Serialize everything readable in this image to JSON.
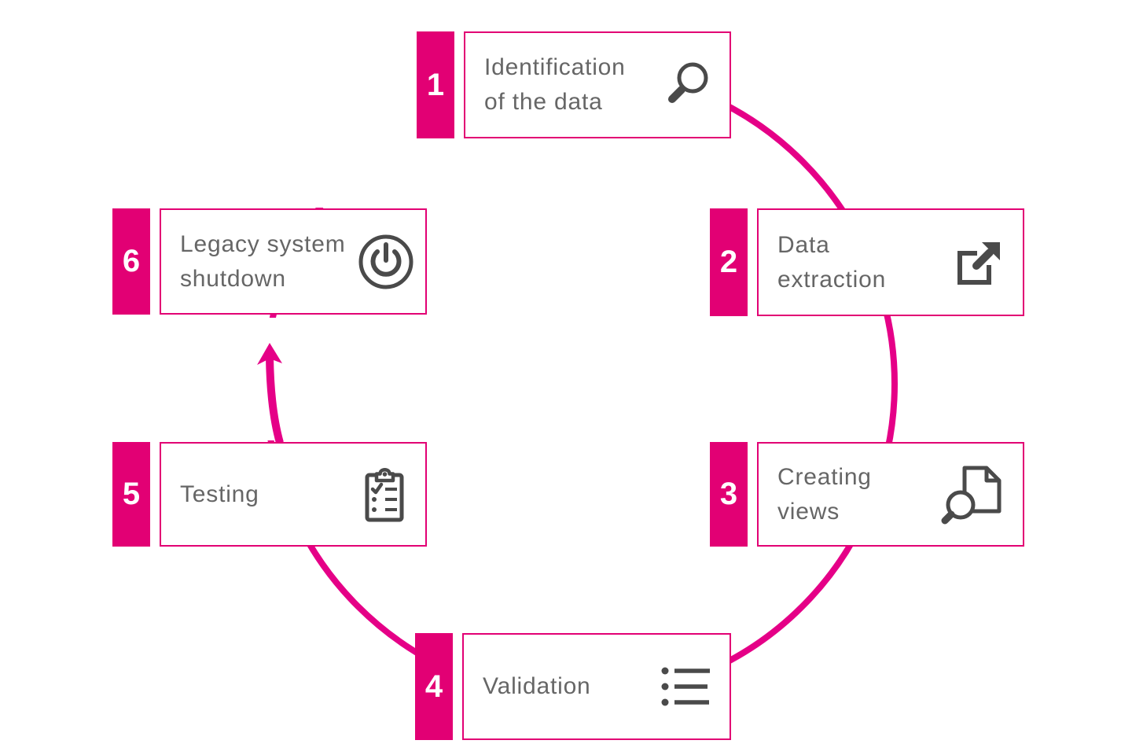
{
  "diagram": {
    "steps": [
      {
        "number": "1",
        "label": "Identification\nof the data",
        "icon": "search-icon"
      },
      {
        "number": "2",
        "label": "Data\nextraction",
        "icon": "external-link-icon"
      },
      {
        "number": "3",
        "label": "Creating\nviews",
        "icon": "document-search-icon"
      },
      {
        "number": "4",
        "label": "Validation",
        "icon": "bullet-list-icon"
      },
      {
        "number": "5",
        "label": "Testing",
        "icon": "clipboard-checklist-icon"
      },
      {
        "number": "6",
        "label": "Legacy system\nshutdown",
        "icon": "power-icon"
      }
    ],
    "flow": {
      "shape": "circular",
      "arrow_from_step": "5",
      "arrow_to_step": "6"
    }
  },
  "colors": {
    "accent": "#e20074",
    "arc": "#e50087",
    "label_text": "#666666",
    "icon": "#4a4a4a",
    "number_text": "#ffffff",
    "background": "#ffffff"
  }
}
